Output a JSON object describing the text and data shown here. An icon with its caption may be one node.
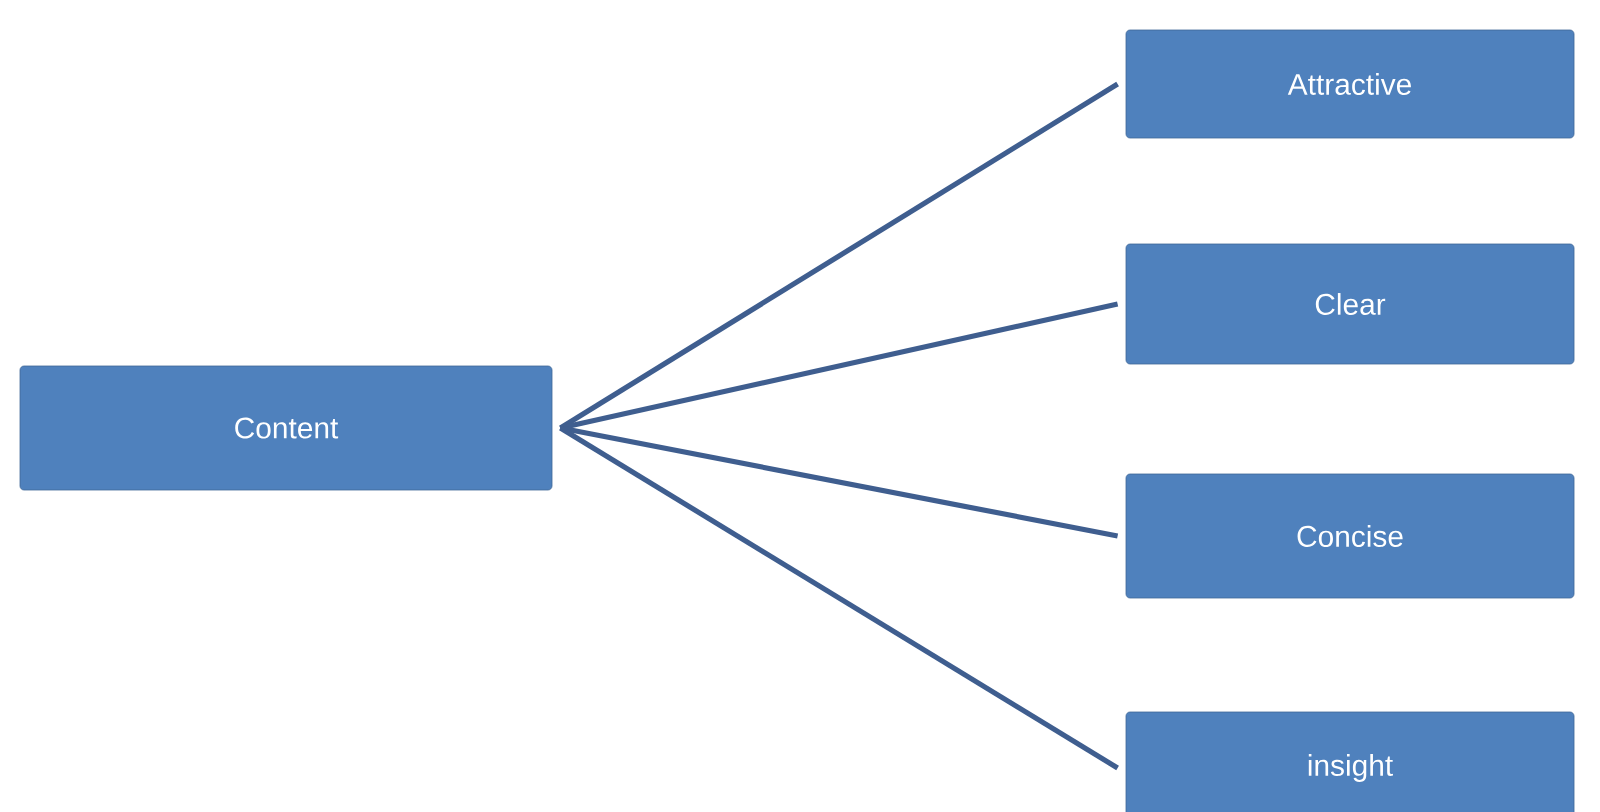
{
  "diagram": {
    "nodes": [
      {
        "text": [
          "Content"
        ]
      },
      {
        "text": [
          "Attractive"
        ]
      },
      {
        "text": [
          "Clear"
        ]
      },
      {
        "text": [
          "Concise"
        ]
      },
      {
        "text": [
          "insight"
        ]
      }
    ],
    "edges": [
      {
        "from": 0,
        "to": 1,
        "arrow": "none"
      },
      {
        "from": 0,
        "to": 2,
        "arrow": "none"
      },
      {
        "from": 0,
        "to": 3,
        "arrow": "none"
      },
      {
        "from": 0,
        "to": 4,
        "arrow": "none"
      }
    ]
  }
}
